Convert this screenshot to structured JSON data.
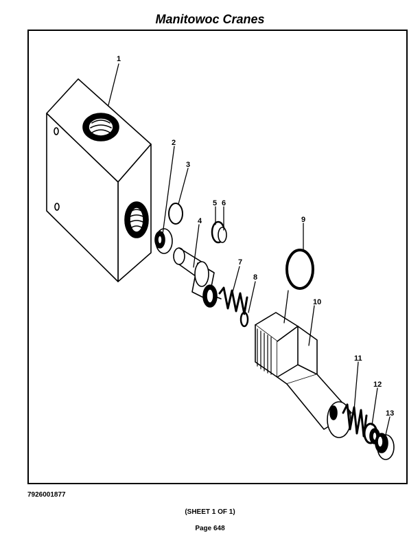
{
  "header": {
    "title": "Manitowoc Cranes"
  },
  "diagram": {
    "callouts": [
      "1",
      "2",
      "3",
      "4",
      "5",
      "6",
      "7",
      "8",
      "9",
      "10",
      "11",
      "12",
      "13"
    ]
  },
  "footer": {
    "doc_number": "7926001877",
    "sheet": "(SHEET 1 OF 1)",
    "page": "Page 648"
  }
}
